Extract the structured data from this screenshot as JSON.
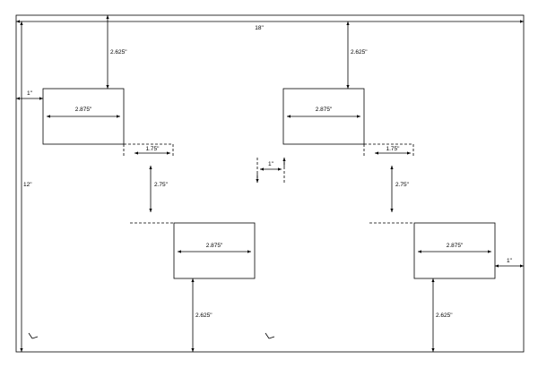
{
  "dimensions": {
    "overall_width": "18\"",
    "overall_height": "12\"",
    "left_margin": "1\"",
    "right_margin": "1\"",
    "top_offset_left": "2.625\"",
    "top_offset_right": "2.625\"",
    "bottom_offset_left": "2.625\"",
    "bottom_offset_right": "2.625\"",
    "box_width_top_left": "2.875\"",
    "box_width_top_right": "2.875\"",
    "box_width_bottom_left": "2.875\"",
    "box_width_bottom_right": "2.875\"",
    "horizontal_gap_left": "1.75\"",
    "horizontal_gap_right": "1.75\"",
    "vertical_gap_left": "2.75\"",
    "vertical_gap_right": "2.75\"",
    "center_gap": "1\""
  }
}
